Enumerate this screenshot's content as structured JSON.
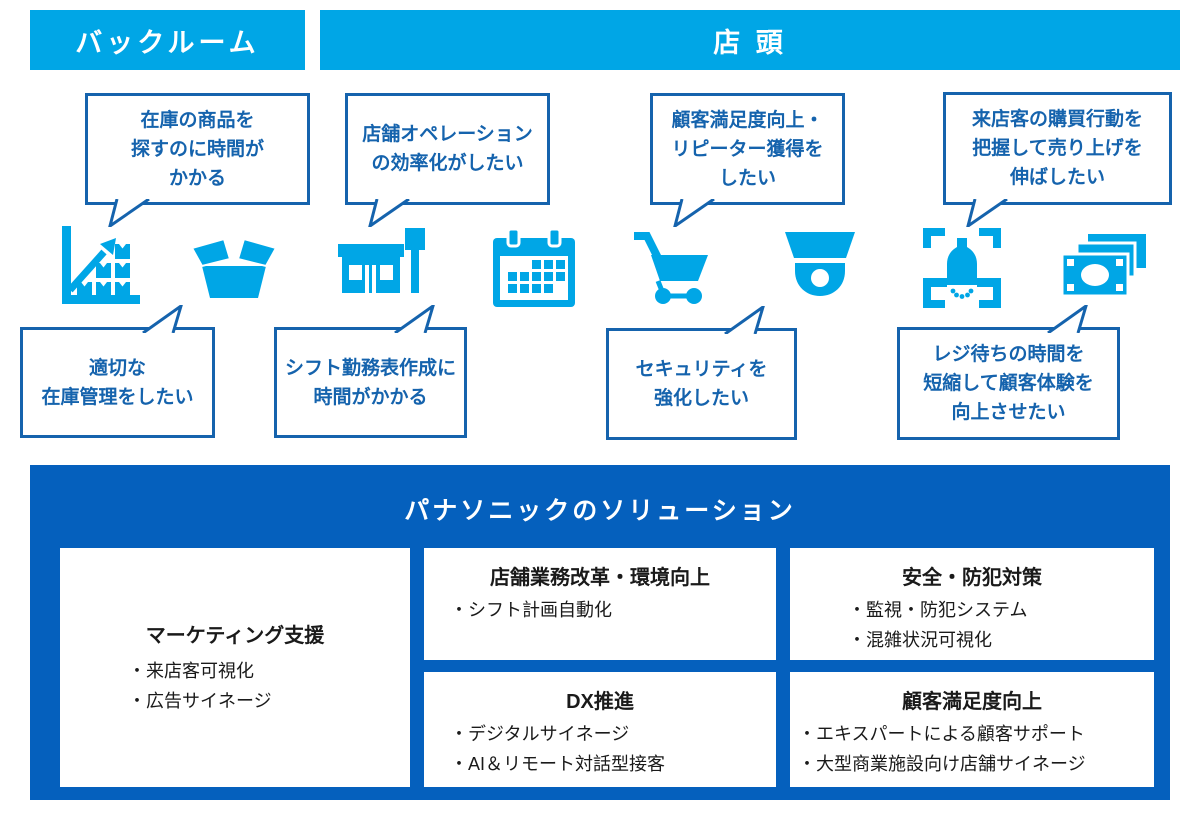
{
  "colors": {
    "cyan": "#00a6e6",
    "bubble": "#1563ad",
    "deep": "#0560bd",
    "ink": "#1a1a1a"
  },
  "headers": {
    "backroom": "バックルーム",
    "storefront": "店 頭"
  },
  "columns": [
    {
      "id": "inventory",
      "top_bubble": "在庫の商品を\n探すのに時間が\nかかる",
      "icons": [
        "growth-chart-icon",
        "open-box-icon"
      ],
      "bottom_bubble": "適切な\n在庫管理をしたい"
    },
    {
      "id": "operation",
      "top_bubble": "店舗オペレーション\nの効率化がしたい",
      "icons": [
        "storefront-icon",
        "calendar-icon"
      ],
      "bottom_bubble": "シフト勤務表作成に\n時間がかかる"
    },
    {
      "id": "customer",
      "top_bubble": "顧客満足度向上・\nリピーター獲得を\nしたい",
      "icons": [
        "shopping-cart-icon",
        "security-camera-icon"
      ],
      "bottom_bubble": "セキュリティを\n強化したい"
    },
    {
      "id": "sales",
      "top_bubble": "来店客の購買行動を\n把握して売り上げを\n伸ばしたい",
      "icons": [
        "product-scan-icon",
        "banknotes-icon"
      ],
      "bottom_bubble": "レジ待ちの時間を\n短縮して顧客体験を\n向上させたい"
    }
  ],
  "solution": {
    "title": "パナソニックのソリューション",
    "cards": [
      {
        "id": "marketing",
        "title": "マーケティング支援",
        "items": [
          "・来店客可視化",
          "・広告サイネージ"
        ]
      },
      {
        "id": "ops",
        "title": "店舗業務改革・環境向上",
        "items": [
          "・シフト計画自動化"
        ]
      },
      {
        "id": "safety",
        "title": "安全・防犯対策",
        "items": [
          "・監視・防犯システム",
          "・混雑状況可視化"
        ]
      },
      {
        "id": "dx",
        "title": "DX推進",
        "items": [
          "・デジタルサイネージ",
          "・AI＆リモート対話型接客"
        ]
      },
      {
        "id": "cs",
        "title": "顧客満足度向上",
        "items": [
          "・エキスパートによる顧客サポート",
          "・大型商業施設向け店舗サイネージ"
        ]
      }
    ]
  }
}
